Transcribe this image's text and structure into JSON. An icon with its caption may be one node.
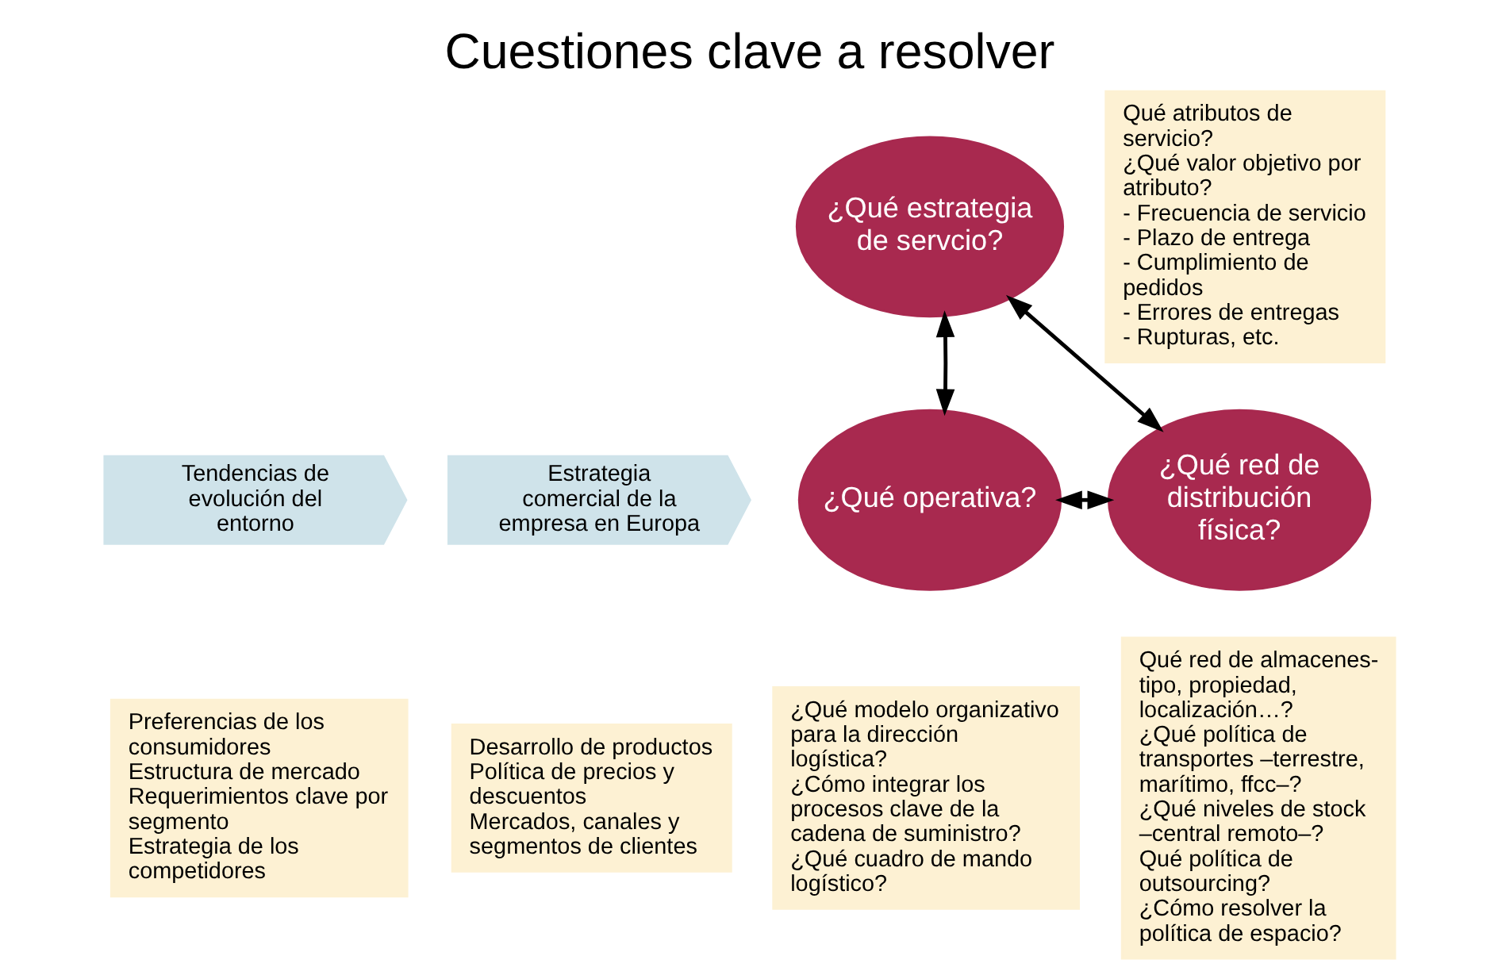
{
  "diagram": {
    "title": "Cuestiones clave a resolver",
    "nodes": [
      {
        "text": [
          "Tendencias de evolución del entorno"
        ]
      },
      {
        "text": [
          "Estrategia comercial de la empresa en Europa"
        ]
      },
      {
        "text": [
          "Preferencias de los consumidores",
          "Estructura de mercado",
          "Requerimientos clave por segmento",
          "Estrategia de los competidores"
        ]
      },
      {
        "text": [
          "Desarrollo de productos",
          "Política de precios y descuentos",
          "Mercados, canales y segmentos de clientes"
        ]
      },
      {
        "text": [
          "¿Qué estrategia de servcio?"
        ]
      },
      {
        "text": [
          "¿Qué operativa?"
        ]
      },
      {
        "text": [
          "¿Qué red de distribución física?"
        ]
      },
      {
        "text": [
          "Qué atributos de servicio?",
          "¿Qué valor objetivo por atributo?",
          "- Frecuencia de servicio",
          "- Plazo de entrega",
          "- Cumplimiento de pedidos",
          "- Errores de entregas",
          "- Rupturas, etc."
        ]
      },
      {
        "text": [
          "¿Qué modelo organizativo para la dirección logística?",
          "¿Cómo integrar los procesos clave de la cadena de suministro?",
          "¿Qué cuadro de mando logístico?"
        ]
      },
      {
        "text": [
          "Qué red de almacenes-tipo, propiedad, localización…?",
          "¿Qué política de transportes –terrestre, marítimo, ffcc–?",
          "¿Qué niveles de stock –central remoto–?",
          "Qué política de outsourcing?",
          "¿Cómo resolver la política de espacio?"
        ]
      }
    ],
    "edges": [
      {
        "from": 4,
        "to": 5,
        "arrow": "both"
      },
      {
        "from": 4,
        "to": 6,
        "arrow": "both"
      },
      {
        "from": 5,
        "to": 6,
        "arrow": "both"
      }
    ]
  }
}
